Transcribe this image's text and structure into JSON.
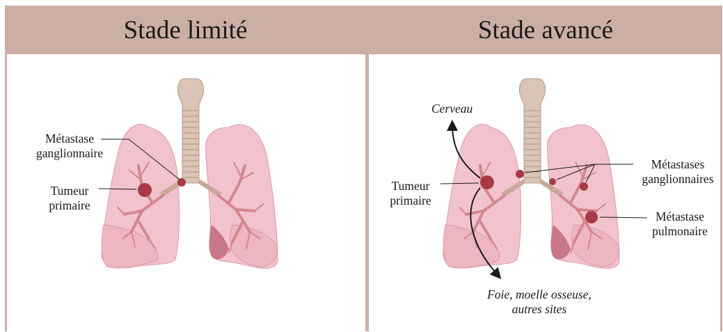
{
  "panels": [
    {
      "title": "Stade limité",
      "labels": {
        "node": [
          "Métastase",
          "ganglionnaire"
        ],
        "tumor": [
          "Tumeur",
          "primaire"
        ]
      }
    },
    {
      "title": "Stade avancé",
      "labels": {
        "brain": "Cerveau",
        "tumor": [
          "Tumeur",
          "primaire"
        ],
        "nodes": [
          "Métastases",
          "ganglionnaires"
        ],
        "pulmonary": [
          "Métastase",
          "pulmonaire"
        ],
        "distant": [
          "Foie, moelle osseuse,",
          "autres sites"
        ]
      }
    }
  ],
  "colors": {
    "header": "#cbaea4",
    "lung": "#f2c3cc",
    "lung_shadow": "#e3a3b0",
    "bronchi": "#d4868f",
    "trachea": "#c9b3a4",
    "tumor": "#a83a45"
  }
}
